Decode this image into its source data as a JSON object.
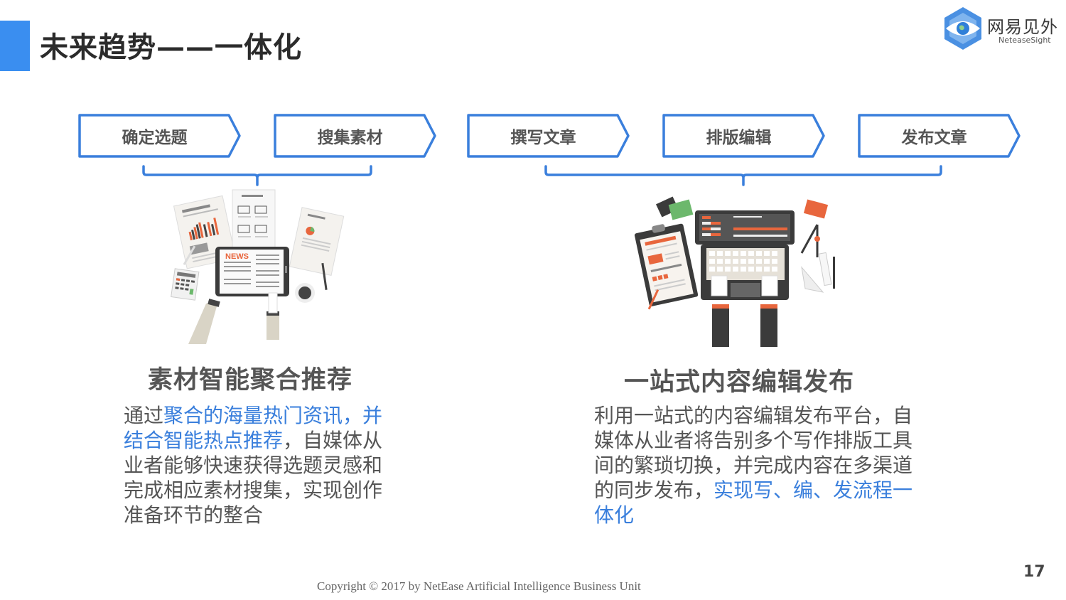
{
  "slide": {
    "title": "未来趋势——一体化",
    "page_number": "17",
    "copyright": "Copyright © 2017 by NetEase Artificial Intelligence Business Unit"
  },
  "logo": {
    "name_cn": "网易见外",
    "name_en": "NeteaseSight",
    "icon": "eye-hexagon-logo-icon"
  },
  "colors": {
    "accent": "#3a8ef0",
    "step_border": "#3a7fdc",
    "highlight_text": "#3a7fdc",
    "body_text": "#555555",
    "title_text": "#2b2b2b"
  },
  "process_steps": [
    {
      "label": "确定选题"
    },
    {
      "label": "搜集素材"
    },
    {
      "label": "撰写文章"
    },
    {
      "label": "排版编辑"
    },
    {
      "label": "发布文章"
    }
  ],
  "left_section": {
    "illustration": "news-documents-tablet-illustration",
    "title": "素材智能聚合推荐",
    "body_parts": [
      {
        "text": "通过",
        "highlight": false
      },
      {
        "text": "聚合的海量热门资讯，并结合智能热点推荐",
        "highlight": true
      },
      {
        "text": "，自媒体从业者能够快速获得选题灵感和完成相应素材搜集，实现创作准备环节的整合",
        "highlight": false
      }
    ]
  },
  "right_section": {
    "illustration": "laptop-typing-workspace-illustration",
    "title": "一站式内容编辑发布",
    "body_parts": [
      {
        "text": "利用一站式的内容编辑发布平台，自媒体从业者将告别多个写作排版工具间的繁琐切换，并完成内容在多渠道的同步发布，",
        "highlight": false
      },
      {
        "text": "实现写、编、发流程一体化",
        "highlight": true
      }
    ]
  }
}
